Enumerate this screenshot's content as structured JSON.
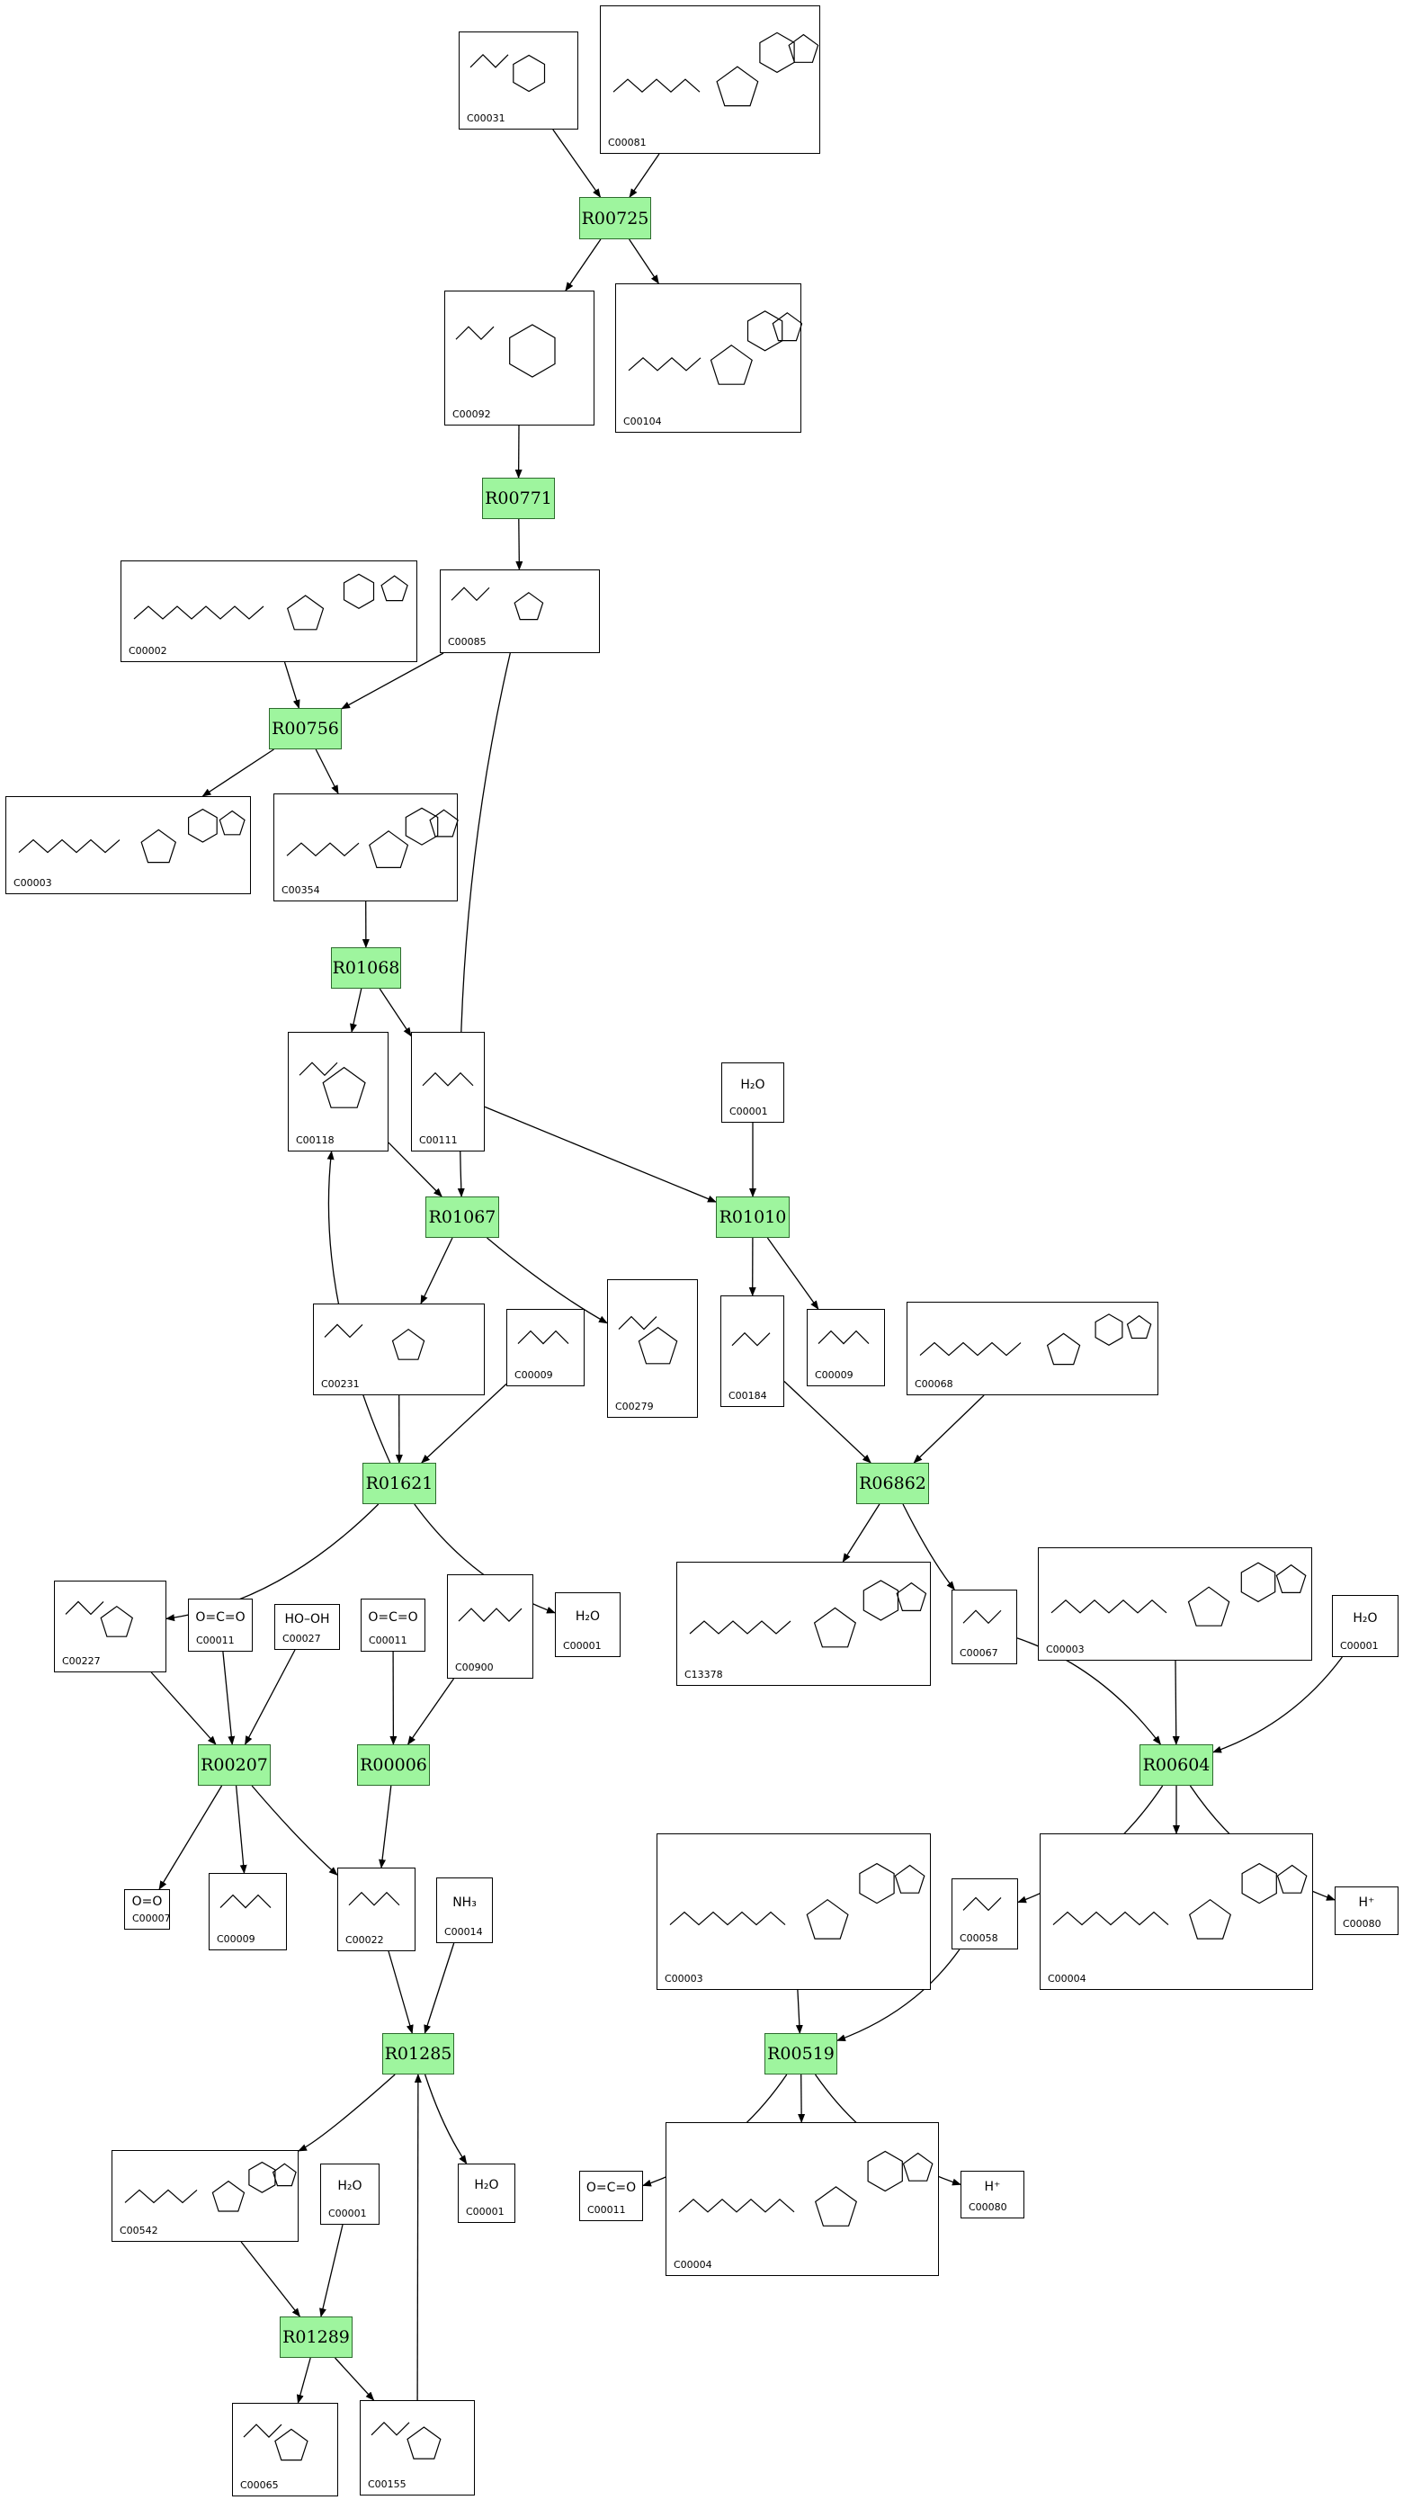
{
  "colors": {
    "reaction_fill": "#9ef59e",
    "reaction_border": "#2e6b2e",
    "edge": "#000000",
    "background": "#ffffff"
  },
  "compounds": {
    "c00031": {
      "id": "C00031"
    },
    "c00081": {
      "id": "C00081"
    },
    "c00092": {
      "id": "C00092"
    },
    "c00104": {
      "id": "C00104"
    },
    "c00002": {
      "id": "C00002"
    },
    "c00085": {
      "id": "C00085"
    },
    "c00003a": {
      "id": "C00003"
    },
    "c00354": {
      "id": "C00354"
    },
    "c00118": {
      "id": "C00118"
    },
    "c00111": {
      "id": "C00111"
    },
    "c00001a": {
      "id": "C00001",
      "formula": "H₂O"
    },
    "c00231": {
      "id": "C00231"
    },
    "c00009a": {
      "id": "C00009"
    },
    "c00279": {
      "id": "C00279"
    },
    "c00184": {
      "id": "C00184"
    },
    "c00009b": {
      "id": "C00009"
    },
    "c00068": {
      "id": "C00068"
    },
    "c00227": {
      "id": "C00227"
    },
    "c00011a": {
      "id": "C00011",
      "formula": "O=C=O"
    },
    "c00027": {
      "id": "C00027",
      "formula": "HO–OH"
    },
    "c00011b": {
      "id": "C00011",
      "formula": "O=C=O"
    },
    "c00900": {
      "id": "C00900"
    },
    "c00001b": {
      "id": "C00001",
      "formula": "H₂O"
    },
    "c13378": {
      "id": "C13378"
    },
    "c00067a": {
      "id": "C00067"
    },
    "c00003b": {
      "id": "C00003"
    },
    "c00001c": {
      "id": "C00001",
      "formula": "H₂O"
    },
    "c00007": {
      "id": "C00007",
      "formula": "O=O"
    },
    "c00009c": {
      "id": "C00009"
    },
    "c00022": {
      "id": "C00022"
    },
    "c00014": {
      "id": "C00014",
      "formula": "NH₃"
    },
    "c00003c": {
      "id": "C00003"
    },
    "c00058": {
      "id": "C00058"
    },
    "c00004a": {
      "id": "C00004"
    },
    "c00080a": {
      "id": "C00080",
      "formula": "H⁺"
    },
    "c00542": {
      "id": "C00542"
    },
    "c00001d": {
      "id": "C00001",
      "formula": "H₂O"
    },
    "c00001e": {
      "id": "C00001",
      "formula": "H₂O"
    },
    "c00011c": {
      "id": "C00011",
      "formula": "O=C=O"
    },
    "c00004b": {
      "id": "C00004"
    },
    "c00080b": {
      "id": "C00080",
      "formula": "H⁺"
    },
    "c00065": {
      "id": "C00065"
    },
    "c00155": {
      "id": "C00155"
    }
  },
  "reactions": {
    "r00725": {
      "id": "R00725"
    },
    "r00771": {
      "id": "R00771"
    },
    "r00756": {
      "id": "R00756"
    },
    "r01068": {
      "id": "R01068"
    },
    "r01067": {
      "id": "R01067"
    },
    "r01010": {
      "id": "R01010"
    },
    "r01621": {
      "id": "R01621"
    },
    "r06862": {
      "id": "R06862"
    },
    "r00207": {
      "id": "R00207"
    },
    "r00006": {
      "id": "R00006"
    },
    "r00604": {
      "id": "R00604"
    },
    "r01285": {
      "id": "R01285"
    },
    "r00519": {
      "id": "R00519"
    },
    "r01289": {
      "id": "R01289"
    }
  }
}
